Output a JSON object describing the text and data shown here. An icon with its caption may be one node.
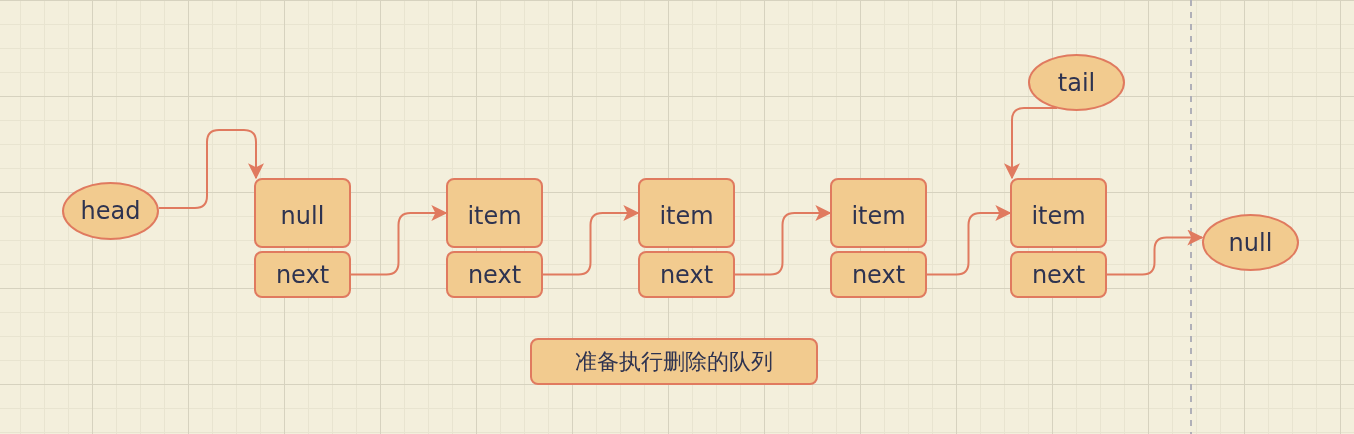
{
  "diagram": {
    "nodes": [
      {
        "text": [
          "head"
        ]
      },
      {
        "text": [
          "null"
        ]
      },
      {
        "text": [
          "next"
        ]
      },
      {
        "text": [
          "item"
        ]
      },
      {
        "text": [
          "next"
        ]
      },
      {
        "text": [
          "item"
        ]
      },
      {
        "text": [
          "next"
        ]
      },
      {
        "text": [
          "item"
        ]
      },
      {
        "text": [
          "next"
        ]
      },
      {
        "text": [
          "tail"
        ]
      },
      {
        "text": [
          "item"
        ]
      },
      {
        "text": [
          "next"
        ]
      },
      {
        "text": [
          "null"
        ]
      },
      {
        "text": [
          "准备执行删除的队列"
        ]
      }
    ],
    "edges": [
      {
        "from": 0,
        "to": 1,
        "arrow": "to"
      },
      {
        "from": 2,
        "to": 3,
        "arrow": "to"
      },
      {
        "from": 4,
        "to": 5,
        "arrow": "to"
      },
      {
        "from": 6,
        "to": 7,
        "arrow": "to"
      },
      {
        "from": 8,
        "to": 10,
        "arrow": "to"
      },
      {
        "from": 9,
        "to": 10,
        "arrow": "to"
      },
      {
        "from": 11,
        "to": 12,
        "arrow": "to"
      }
    ]
  }
}
